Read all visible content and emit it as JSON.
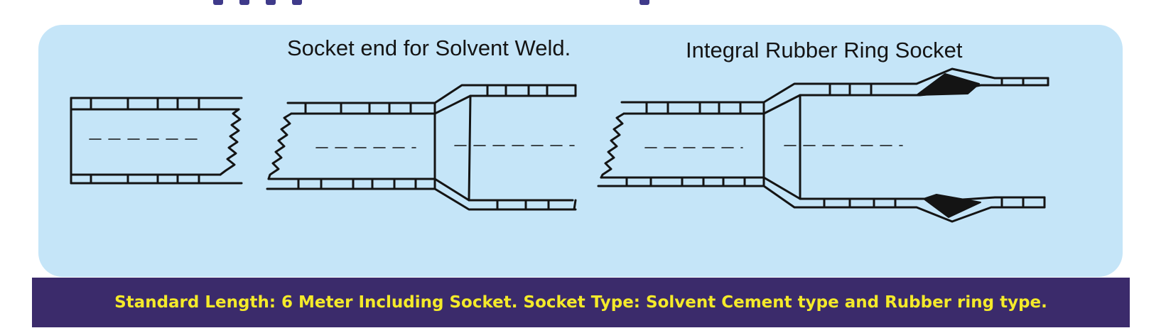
{
  "diagram": {
    "labels": {
      "solvent_weld": "Socket end for Solvent Weld.",
      "rubber_ring": "Integral Rubber Ring Socket"
    },
    "colors": {
      "panel": "#c5e5f8",
      "line": "#141414",
      "banner": "#3b2b6b",
      "banner_text": "#f4ea2a",
      "top_strip": "#3f3a8a"
    }
  },
  "banner": {
    "text": "Standard Length: 6 Meter Including Socket. Socket Type: Solvent Cement type and Rubber ring type."
  }
}
